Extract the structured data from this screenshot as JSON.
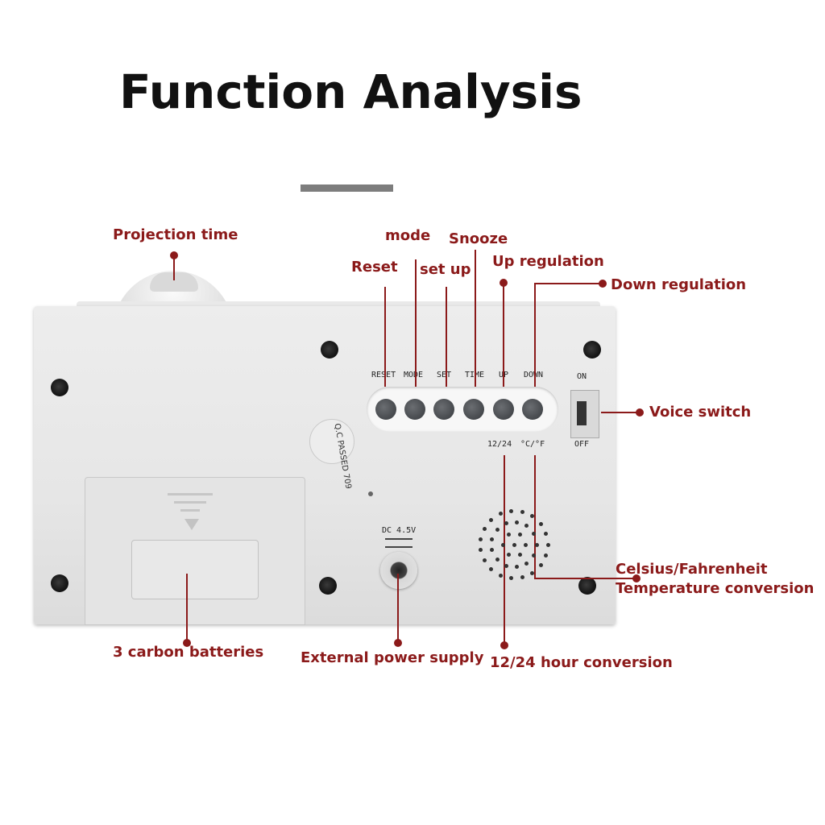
{
  "title": "Function Analysis",
  "device": {
    "button_labels": [
      "RESET",
      "MODE",
      "SET",
      "TIME",
      "UP",
      "DOWN"
    ],
    "switch_on": "ON",
    "switch_off": "OFF",
    "label_12_24": "12/24",
    "label_temp": "°C/°F",
    "dc_label": "DC 4.5V",
    "qc_label": "Q.C PASSED 709"
  },
  "callouts": {
    "projection_time": "Projection time",
    "mode": "mode",
    "snooze": "Snooze",
    "reset": "Reset",
    "set_up": "set up",
    "up_regulation": "Up regulation",
    "down_regulation": "Down regulation",
    "voice_switch": "Voice switch",
    "celsius_line1": "Celsius/Fahrenheit",
    "celsius_line2": "Temperature conversion",
    "batteries": "3 carbon batteries",
    "power": "External power supply",
    "hour_conversion": "12/24 hour conversion"
  },
  "colors": {
    "callout": "#8b1a1a",
    "title": "#111111",
    "device": "#e6e6e6"
  }
}
